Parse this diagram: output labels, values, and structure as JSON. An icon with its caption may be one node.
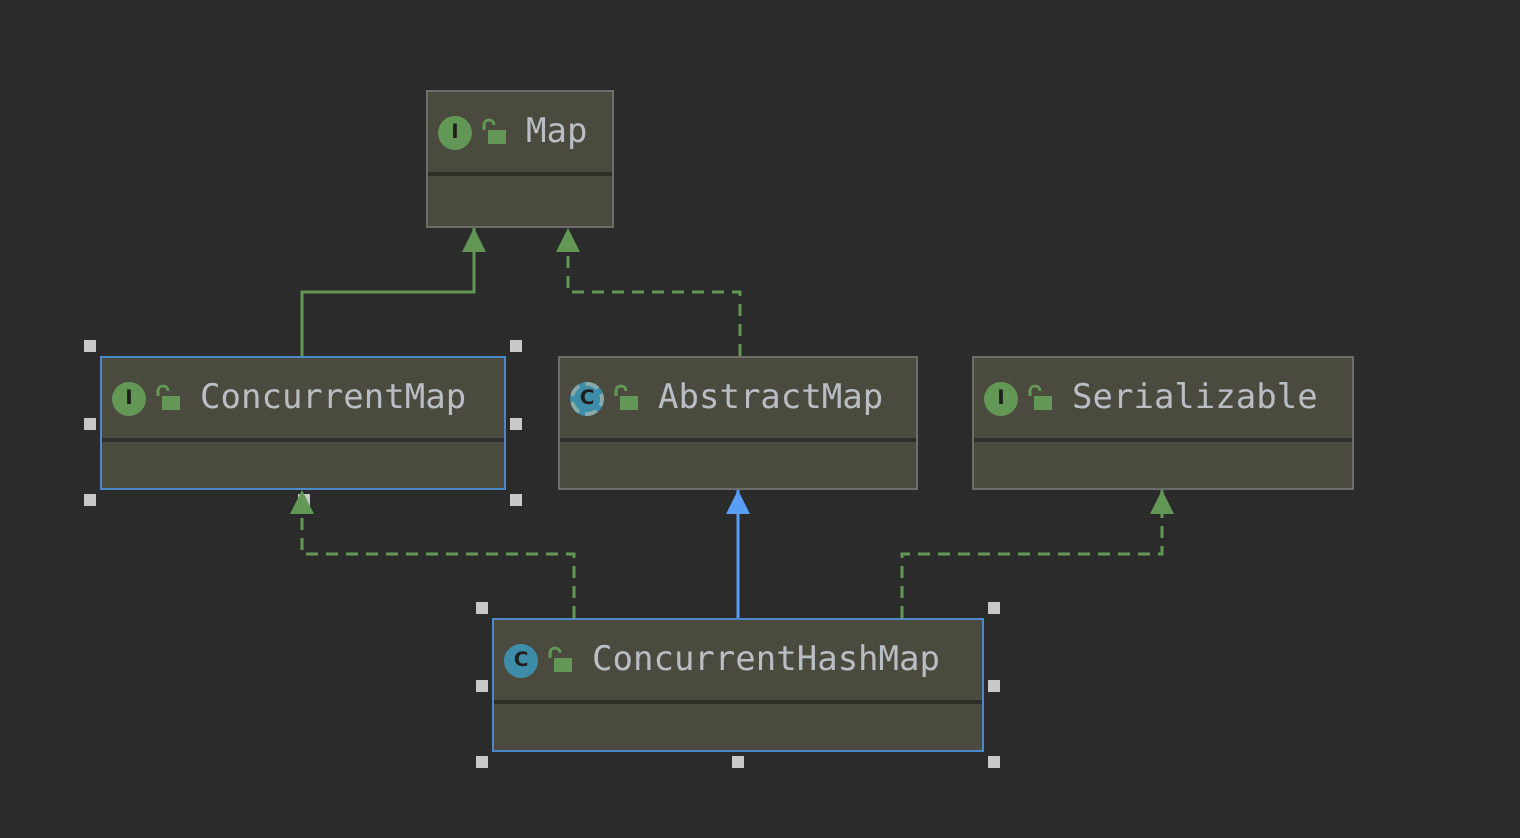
{
  "diagram": {
    "nodes": [
      {
        "text": [
          "I",
          "Map"
        ]
      },
      {
        "text": [
          "I",
          "ConcurrentMap"
        ]
      },
      {
        "text": [
          "C",
          "AbstractMap"
        ]
      },
      {
        "text": [
          "I",
          "Serializable"
        ]
      },
      {
        "text": [
          "C",
          "ConcurrentHashMap"
        ]
      }
    ],
    "edges": [
      {
        "from": 1,
        "to": 0,
        "arrow": "to"
      },
      {
        "from": 2,
        "to": 0,
        "arrow": "to",
        "style": "dashed"
      },
      {
        "from": 4,
        "to": 1,
        "arrow": "to",
        "style": "dashed"
      },
      {
        "from": 4,
        "to": 2,
        "arrow": "to",
        "color": "#589df6"
      },
      {
        "from": 4,
        "to": 3,
        "arrow": "to",
        "style": "dashed"
      }
    ]
  }
}
